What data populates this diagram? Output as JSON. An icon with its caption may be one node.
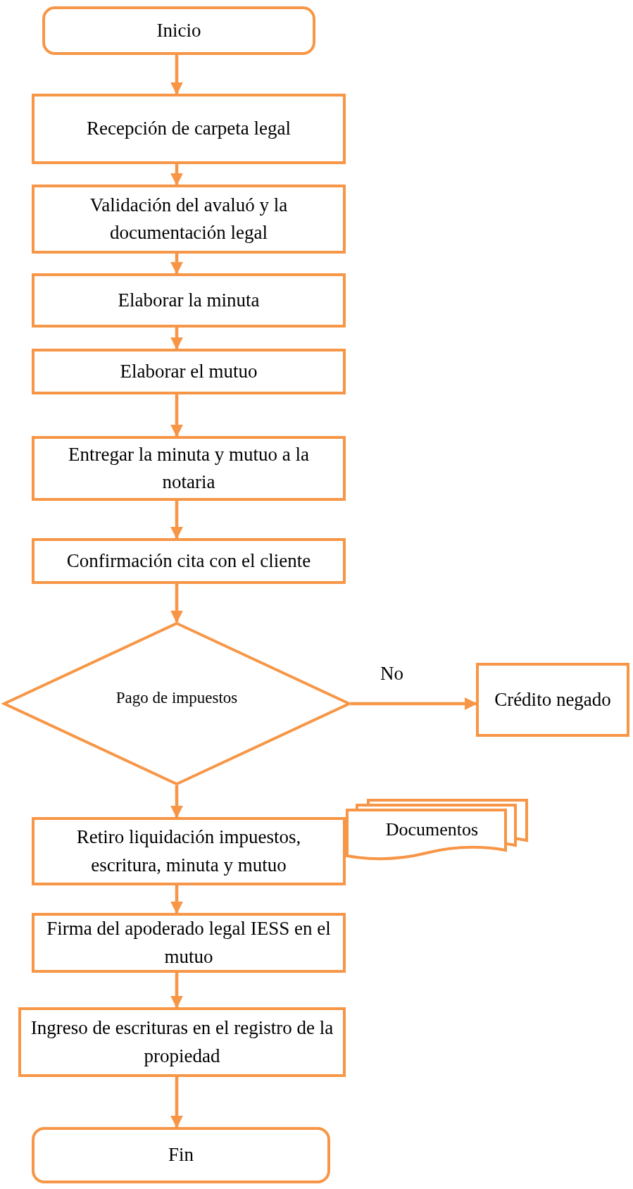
{
  "diagram": {
    "nodes": [
      {
        "text": [
          "Inicio"
        ]
      },
      {
        "text": [
          "Recepción de carpeta legal"
        ]
      },
      {
        "text": [
          "Validación del avaluó y la documentación legal"
        ]
      },
      {
        "text": [
          "Elaborar la minuta"
        ]
      },
      {
        "text": [
          "Elaborar el mutuo"
        ]
      },
      {
        "text": [
          "Entregar la minuta y mutuo a la notaria"
        ]
      },
      {
        "text": [
          "Confirmación cita con el cliente"
        ]
      },
      {
        "text": [
          "Pago de impuestos"
        ]
      },
      {
        "text": [
          "Crédito negado"
        ]
      },
      {
        "text": [
          "Retiro liquidación impuestos, escritura, minuta y mutuo"
        ]
      },
      {
        "text": [
          "Documentos"
        ]
      },
      {
        "text": [
          "Firma del apoderado legal IESS en el mutuo"
        ]
      },
      {
        "text": [
          "Ingreso de escrituras en el registro de la propiedad"
        ]
      },
      {
        "text": [
          "Fin"
        ]
      }
    ],
    "edges": [
      {
        "from": 0,
        "to": 1,
        "arrow": "to"
      },
      {
        "from": 1,
        "to": 2,
        "arrow": "to"
      },
      {
        "from": 2,
        "to": 3,
        "arrow": "to"
      },
      {
        "from": 3,
        "to": 4,
        "arrow": "to"
      },
      {
        "from": 4,
        "to": 5,
        "arrow": "to"
      },
      {
        "from": 5,
        "to": 6,
        "arrow": "to"
      },
      {
        "from": 6,
        "to": 7,
        "arrow": "to"
      },
      {
        "from": 7,
        "to": 8,
        "arrow": "to",
        "label": "No"
      },
      {
        "from": 7,
        "to": 9,
        "arrow": "to"
      },
      {
        "from": 9,
        "to": 11,
        "arrow": "to"
      },
      {
        "from": 11,
        "to": 12,
        "arrow": "to"
      },
      {
        "from": 12,
        "to": 13,
        "arrow": "to"
      }
    ]
  }
}
